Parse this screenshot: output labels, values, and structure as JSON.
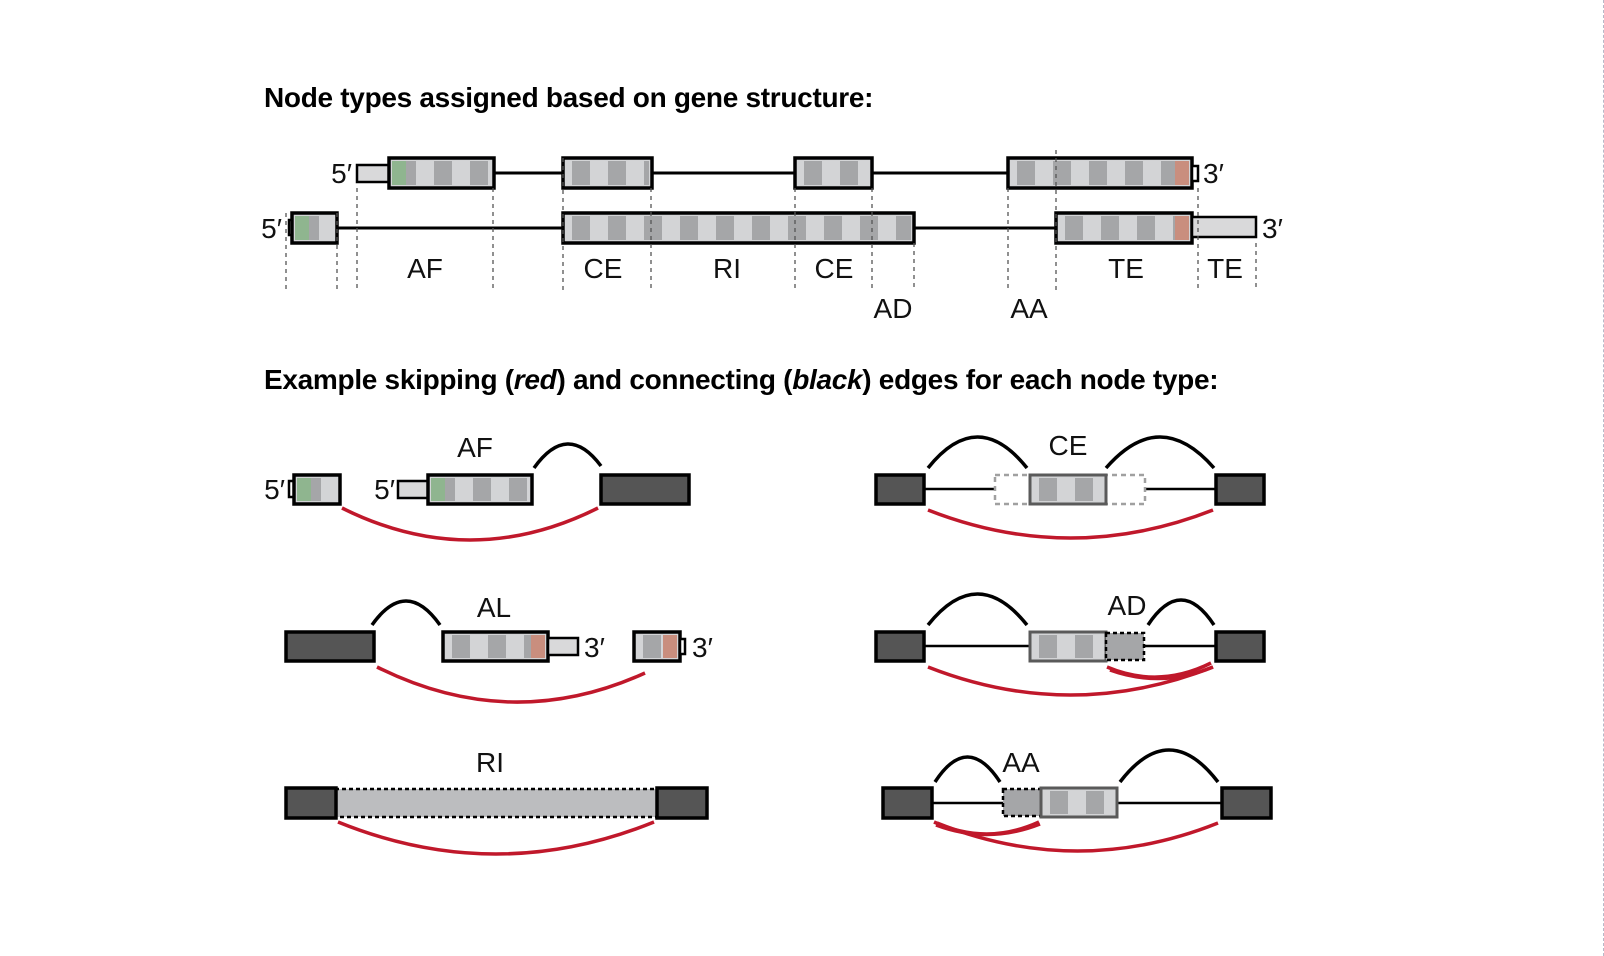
{
  "headings": {
    "structure": "Node types assigned based on gene structure:",
    "edges_pre": "Example skipping (",
    "edges_red": "red",
    "edges_mid": ") and connecting (",
    "edges_black": "black",
    "edges_post": ") edges for each node type:"
  },
  "colors": {
    "stripe_dark": "#a5a6a8",
    "stripe_light": "#d3d4d6",
    "start_codon": "#8fb58f",
    "stop_codon": "#c98e7e",
    "utr": "#d9d9da",
    "flank_exon": "#555555",
    "retained": "#bcbdbf",
    "skipping_edge": "#c0182b",
    "connecting_edge": "#000000",
    "outline": "#000000",
    "faded_outline": "#5a5a5a",
    "ghost_outline": "#a0a0a0"
  },
  "gene_structure": {
    "end_labels": {
      "five_prime": "5′",
      "three_prime": "3′"
    },
    "node_labels": [
      "AF",
      "CE",
      "RI",
      "CE",
      "AD",
      "AA",
      "TE",
      "TE"
    ]
  },
  "examples": [
    {
      "id": "AF",
      "label": "AF",
      "end_labels": [
        "5′",
        "5′"
      ]
    },
    {
      "id": "CE",
      "label": "CE"
    },
    {
      "id": "AL",
      "label": "AL",
      "end_labels": [
        "3′",
        "3′"
      ]
    },
    {
      "id": "AD",
      "label": "AD"
    },
    {
      "id": "RI",
      "label": "RI"
    },
    {
      "id": "AA",
      "label": "AA"
    }
  ]
}
